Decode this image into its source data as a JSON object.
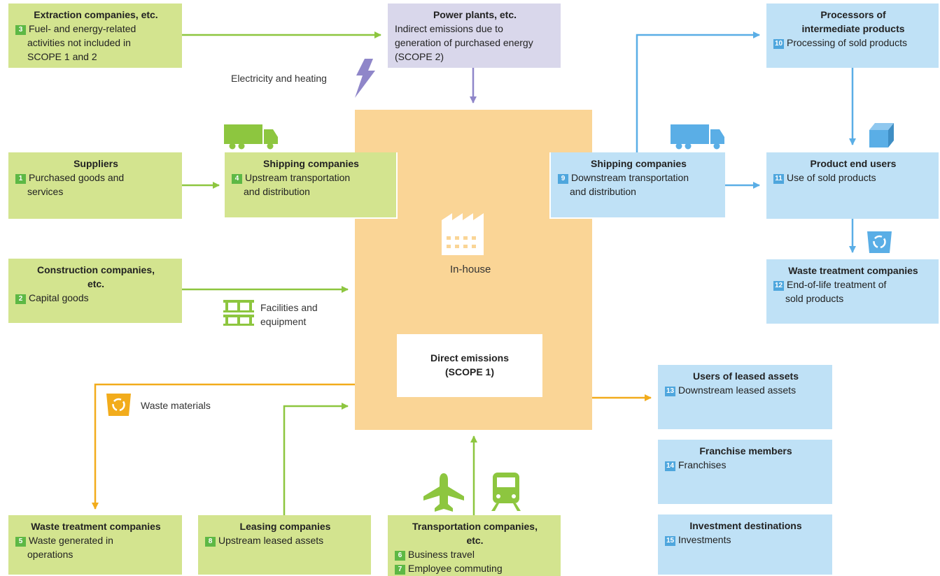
{
  "colors": {
    "green_box": "#d3e48f",
    "blue_box": "#bfe1f6",
    "purple_box": "#d9d7eb",
    "inhouse": "#fad596",
    "green_arrow": "#8dc63f",
    "blue_arrow": "#5aaee6",
    "purple_arrow": "#8f86c9",
    "orange_arrow": "#f2ac1c"
  },
  "boxes": {
    "extraction": {
      "title": "Extraction companies, etc.",
      "items": [
        {
          "num": "3",
          "lines": [
            "Fuel- and energy-related",
            "activities not included in",
            "SCOPE 1 and 2"
          ]
        }
      ]
    },
    "power": {
      "title": "Power plants, etc.",
      "lines": [
        "Indirect emissions due to",
        "generation of purchased energy",
        "(SCOPE 2)"
      ]
    },
    "processors": {
      "title1": "Processors of",
      "title2": "intermediate products",
      "items": [
        {
          "num": "10",
          "lines": [
            "Processing of sold products"
          ]
        }
      ]
    },
    "suppliers": {
      "title": "Suppliers",
      "items": [
        {
          "num": "1",
          "lines": [
            "Purchased goods and",
            "services"
          ]
        }
      ]
    },
    "shipping_up": {
      "title": "Shipping companies",
      "items": [
        {
          "num": "4",
          "lines": [
            "Upstream transportation",
            "and distribution"
          ]
        }
      ]
    },
    "shipping_down": {
      "title": "Shipping companies",
      "items": [
        {
          "num": "9",
          "lines": [
            "Downstream transportation",
            "and distribution"
          ]
        }
      ]
    },
    "end_users": {
      "title": "Product end users",
      "items": [
        {
          "num": "11",
          "lines": [
            "Use of sold products"
          ]
        }
      ]
    },
    "construction": {
      "title1": "Construction companies,",
      "title2": "etc.",
      "items": [
        {
          "num": "2",
          "lines": [
            "Capital goods"
          ]
        }
      ]
    },
    "waste_right": {
      "title": "Waste treatment companies",
      "items": [
        {
          "num": "12",
          "lines": [
            "End-of-life treatment of",
            "sold products"
          ]
        }
      ]
    },
    "leased_users": {
      "title": "Users of leased assets",
      "items": [
        {
          "num": "13",
          "lines": [
            "Downstream leased assets"
          ]
        }
      ]
    },
    "franchise": {
      "title": "Franchise members",
      "items": [
        {
          "num": "14",
          "lines": [
            "Franchises"
          ]
        }
      ]
    },
    "investment": {
      "title": "Investment destinations",
      "items": [
        {
          "num": "15",
          "lines": [
            "Investments"
          ]
        }
      ]
    },
    "waste_left": {
      "title": "Waste treatment companies",
      "items": [
        {
          "num": "5",
          "lines": [
            "Waste generated in",
            "operations"
          ]
        }
      ]
    },
    "leasing": {
      "title": "Leasing companies",
      "items": [
        {
          "num": "8",
          "lines": [
            "Upstream leased assets"
          ]
        }
      ]
    },
    "transport": {
      "title1": "Transportation companies,",
      "title2": "etc.",
      "items": [
        {
          "num": "6",
          "lines": [
            "Business travel"
          ]
        },
        {
          "num": "7",
          "lines": [
            "Employee commuting"
          ]
        }
      ]
    }
  },
  "center": {
    "inhouse_label": "In-house",
    "scope1_line1": "Direct emissions",
    "scope1_line2": "(SCOPE 1)"
  },
  "labels": {
    "electricity": "Electricity and heating",
    "facilities_line1": "Facilities and",
    "facilities_line2": "equipment",
    "waste_materials": "Waste materials"
  },
  "icons": [
    "lightning-icon",
    "green-truck-icon",
    "blue-truck-icon",
    "factory-icon",
    "facilities-icon",
    "recycle-bin-icon",
    "box-icon",
    "airplane-icon",
    "train-icon"
  ]
}
